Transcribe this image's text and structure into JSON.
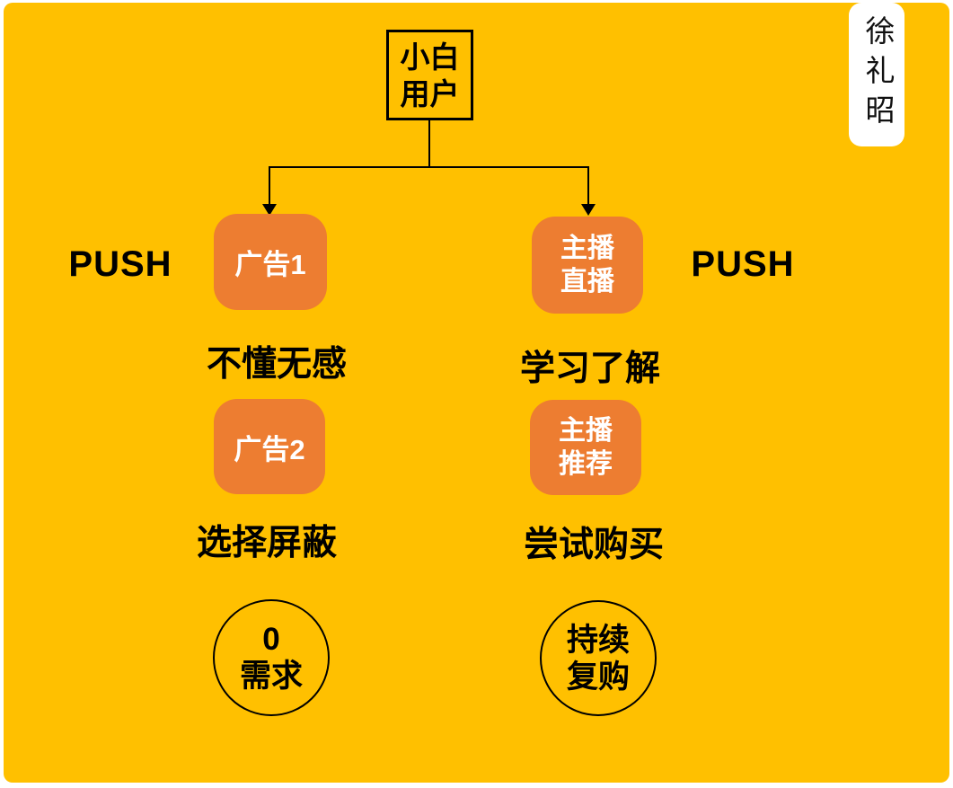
{
  "colors": {
    "background": "#FFC000",
    "node": "#ED7D31",
    "ink": "#000000",
    "badge_bg": "#FFFFFF",
    "node_text": "#FFFFFF"
  },
  "root_node": {
    "lines": [
      "小白",
      "用户"
    ]
  },
  "left_branch": {
    "push_label": "PUSH",
    "steps": [
      {
        "box": "广告1",
        "result": "不懂无感"
      },
      {
        "box": "广告2",
        "result": "选择屏蔽"
      }
    ],
    "outcome": {
      "lines": [
        "0",
        "需求"
      ]
    }
  },
  "right_branch": {
    "push_label": "PUSH",
    "steps": [
      {
        "box_lines": [
          "主播",
          "直播"
        ],
        "result": "学习了解"
      },
      {
        "box_lines": [
          "主播",
          "推荐"
        ],
        "result": "尝试购买"
      }
    ],
    "outcome": {
      "lines": [
        "持续",
        "复购"
      ]
    }
  },
  "author_badge": {
    "text": "徐礼昭"
  }
}
